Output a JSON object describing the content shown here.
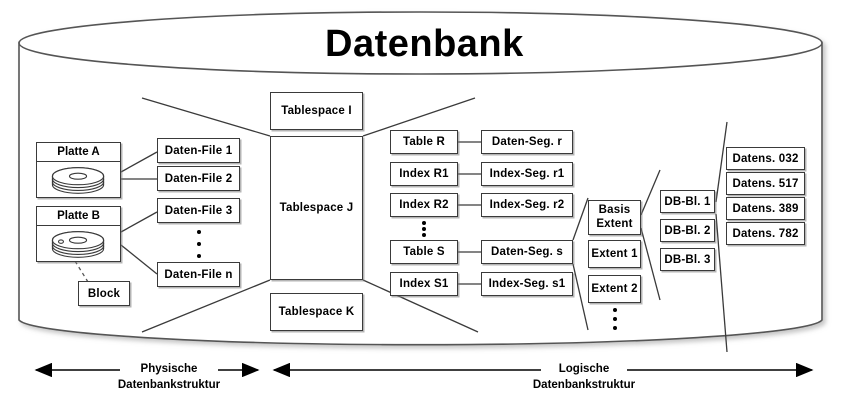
{
  "diagram": {
    "title": "Datenbank",
    "vertical_ellipsis": "⋮"
  },
  "physical": {
    "disks": [
      {
        "label": "Platte A",
        "icon": "disk-platter-icon"
      },
      {
        "label": "Platte B",
        "icon": "disk-platter-icon"
      }
    ],
    "block": {
      "label": "Block"
    },
    "data_files": [
      {
        "label": "Daten-File 1"
      },
      {
        "label": "Daten-File 2"
      },
      {
        "label": "Daten-File 3"
      },
      {
        "label": "Daten-File n"
      }
    ]
  },
  "tablespaces": [
    {
      "label": "Tablespace I"
    },
    {
      "label": "Tablespace J"
    },
    {
      "label": "Tablespace K"
    }
  ],
  "objects": [
    {
      "label": "Table R"
    },
    {
      "label": "Index R1"
    },
    {
      "label": "Index R2"
    },
    {
      "label": "Table S"
    },
    {
      "label": "Index S1"
    }
  ],
  "segments": [
    {
      "label": "Daten-Seg. r"
    },
    {
      "label": "Index-Seg. r1"
    },
    {
      "label": "Index-Seg. r2"
    },
    {
      "label": "Daten-Seg. s"
    },
    {
      "label": "Index-Seg. s1"
    }
  ],
  "extents": [
    {
      "line1": "Basis",
      "line2": "Extent"
    },
    {
      "label": "Extent 1"
    },
    {
      "label": "Extent 2"
    }
  ],
  "db_blocks": [
    {
      "label": "DB-Bl. 1"
    },
    {
      "label": "DB-Bl. 2"
    },
    {
      "label": "DB-Bl. 3"
    }
  ],
  "records": [
    {
      "label": "Datens. 032"
    },
    {
      "label": "Datens. 517"
    },
    {
      "label": "Datens. 389"
    },
    {
      "label": "Datens. 782"
    }
  ],
  "axes": [
    {
      "line1": "Physische",
      "line2": "Datenbankstruktur"
    },
    {
      "line1": "Logische",
      "line2": "Datenbankstruktur"
    }
  ],
  "colors": {
    "stroke": "#3a3a3a",
    "text": "#000000",
    "background": "#ffffff",
    "shadow": "#787878"
  }
}
